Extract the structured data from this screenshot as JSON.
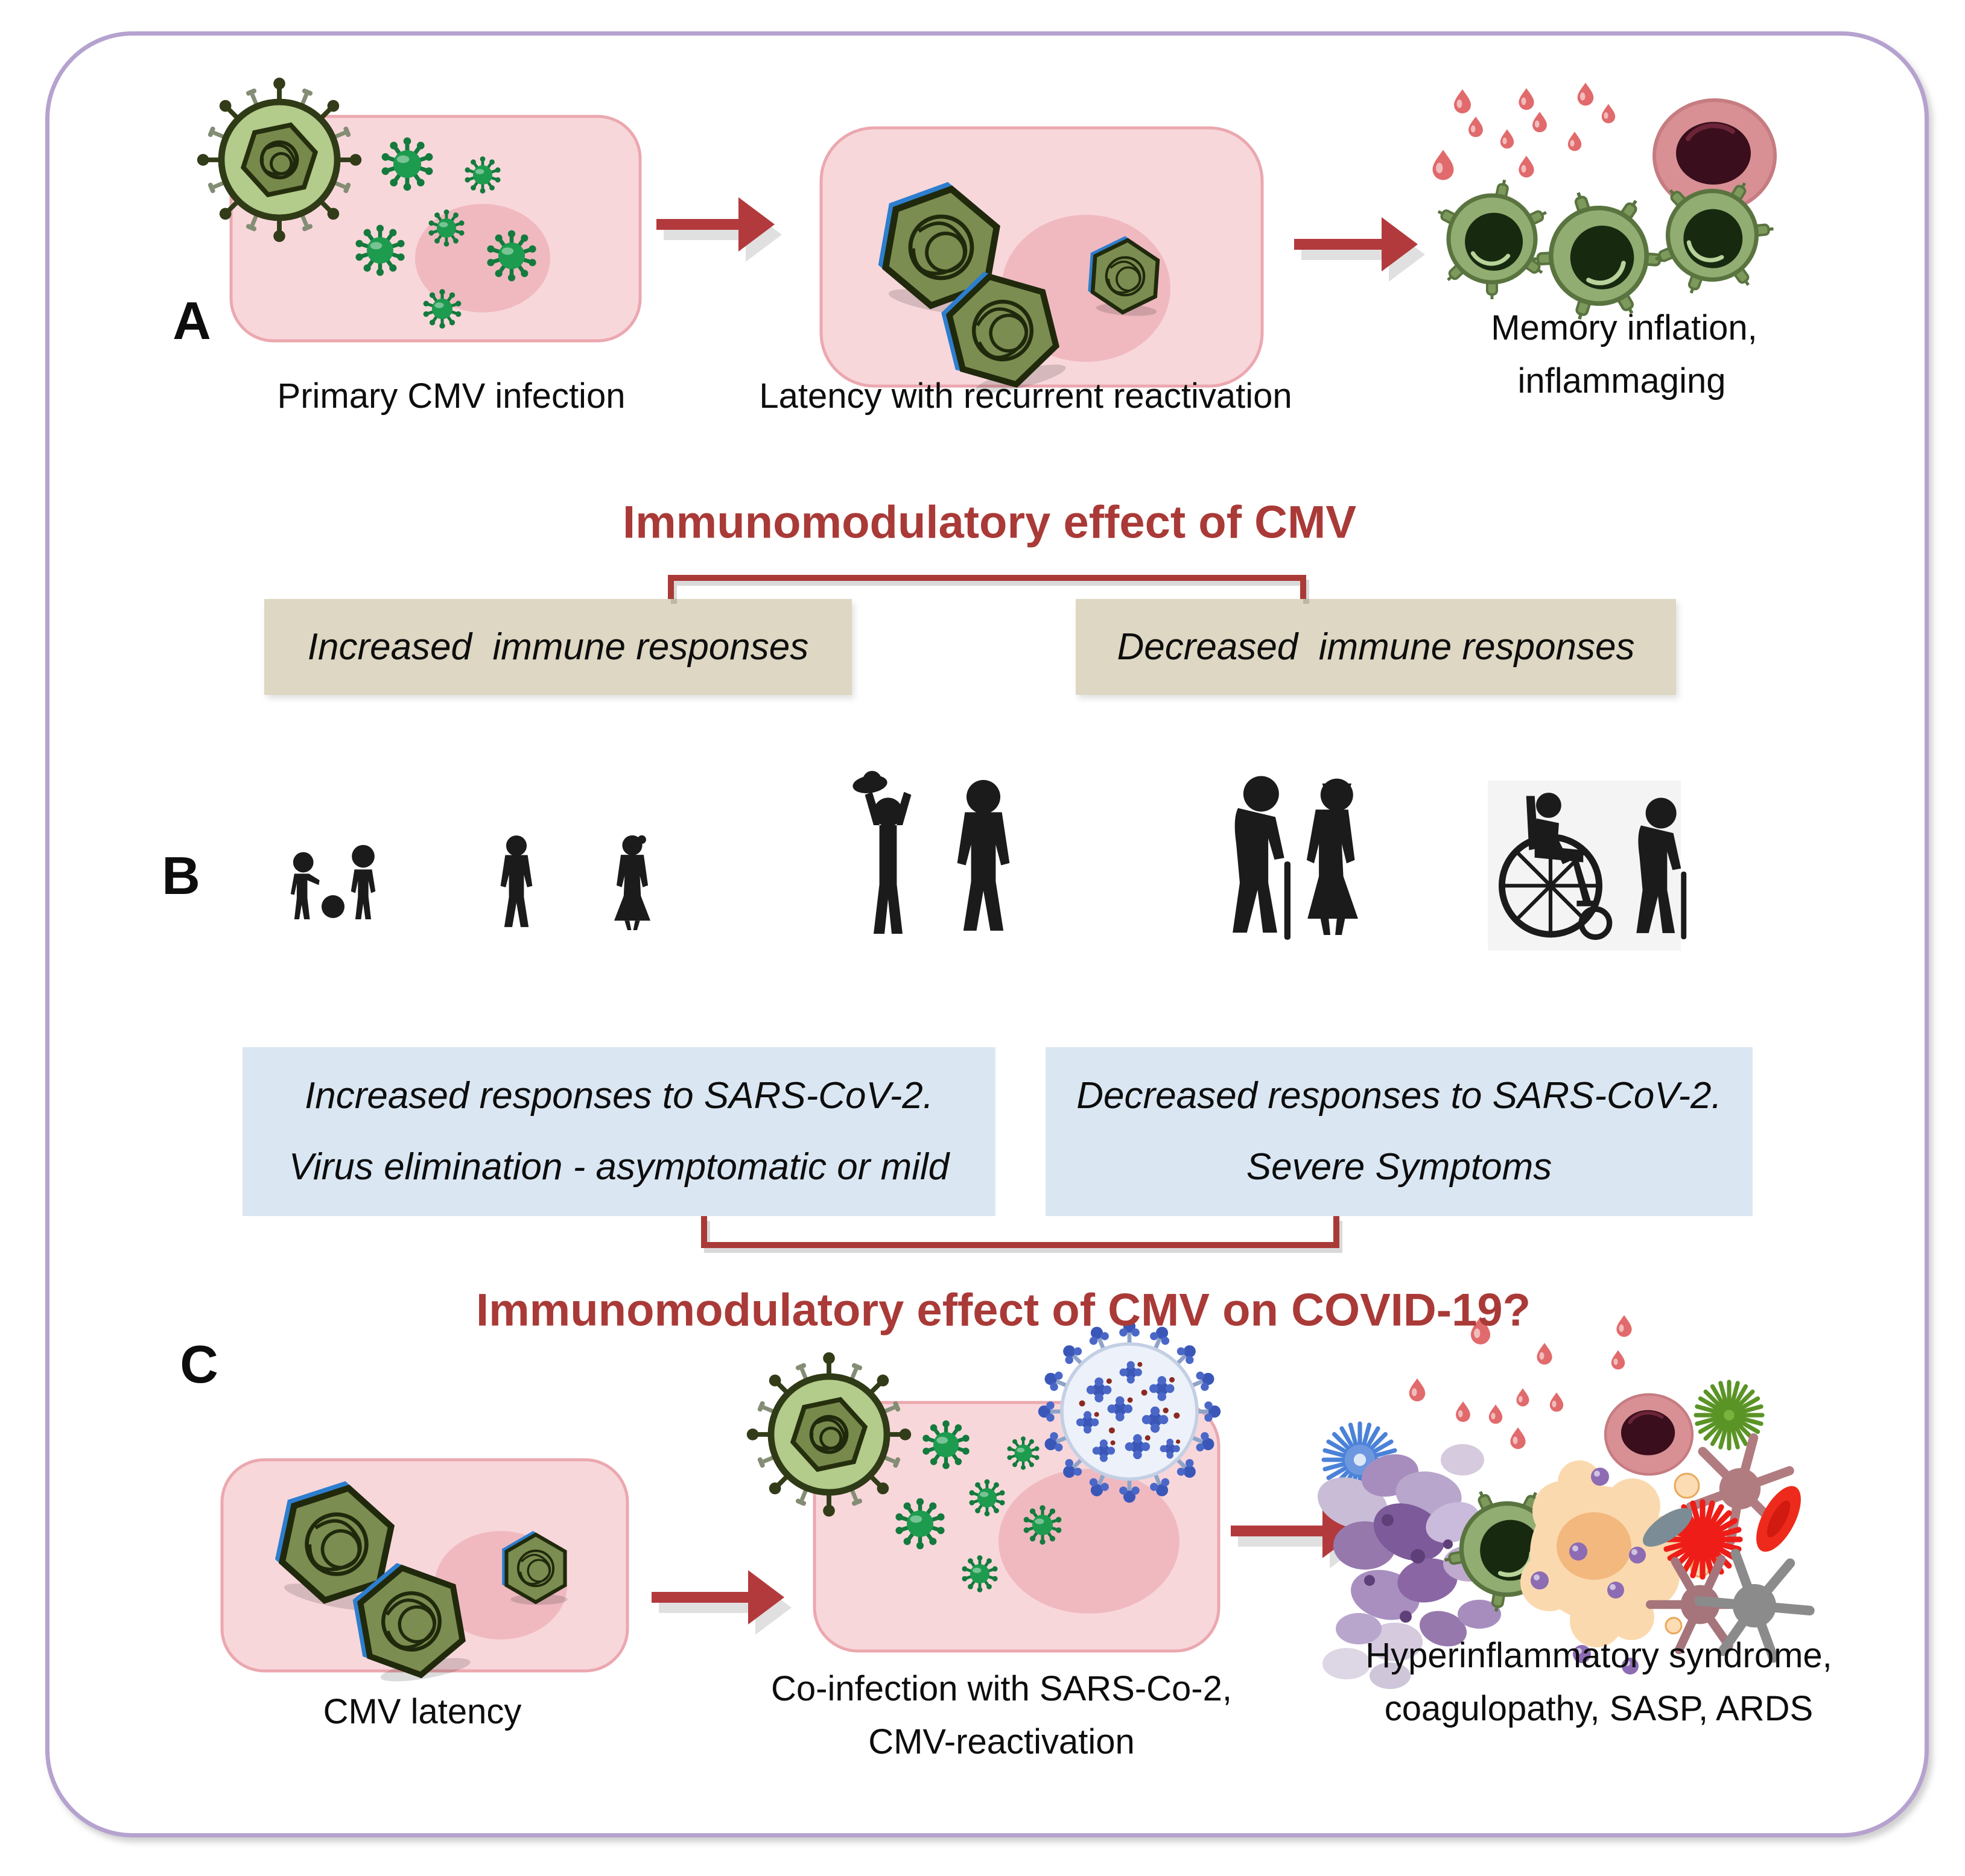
{
  "figure": {
    "type": "scientific-figure",
    "colors": {
      "frame_border": "#b5a2cf",
      "title_red": "#a93a37",
      "arrow_red": "#b23a3d",
      "tan_box_bg": "#ddd7c3",
      "blue_box_bg": "#dae7f3",
      "cell_pink": "#f8d7db",
      "cell_border": "#eba8af",
      "nucleus_pink": "#f0b9c0",
      "cmv_virion_green": "#b3cb8b",
      "small_virus_green": "#1d9b4e",
      "capsid_olive": "#7b8d50",
      "capsid_blue_edge": "#2d7ece",
      "tcell_green": "#92ad72",
      "monocyte_pink": "#d89094",
      "droplet_red": "#e16a6c",
      "sars_blue": "#3a57b8",
      "silhouette_black": "#1b1b1b"
    }
  },
  "panel_a": {
    "label": "A",
    "caption_primary": "Primary CMV infection",
    "caption_latency": "Latency with recurrent reactivation",
    "caption_memory_line1": "Memory inflation,",
    "caption_memory_line2": "inflammaging",
    "icons": [
      "cmv-virion-icon",
      "infected-cell-icon",
      "small-virus-icon",
      "arrow-icon",
      "latency-cell-icon",
      "capsid-icon",
      "cytokine-droplet-icon",
      "monocyte-icon",
      "memory-t-cell-icon"
    ]
  },
  "cmv_effect": {
    "title": "Immunomodulatory effect of CMV",
    "box_increased": "Increased  immune responses",
    "box_decreased": "Decreased  immune responses"
  },
  "panel_b": {
    "label": "B",
    "silhouette_icons": [
      "toddlers-playing-silhouette",
      "children-silhouette",
      "parents-with-baby-silhouette",
      "elderly-couple-silhouette",
      "wheelchair-elderly-silhouette"
    ]
  },
  "covid_effect": {
    "box_increased_line1": "Increased responses to SARS-CoV-2.",
    "box_increased_line2": "Virus elimination - asymptomatic or mild",
    "box_decreased_line1": "Decreased responses to SARS-CoV-2.",
    "box_decreased_line2": "Severe Symptoms",
    "title": "Immunomodulatory effect of CMV on COVID-19?"
  },
  "panel_c": {
    "label": "C",
    "caption_latency": "CMV latency",
    "caption_coinfection_line1": "Co-infection with SARS-Co-2,",
    "caption_coinfection_line2": "CMV-reactivation",
    "caption_outcome_line1": "Hyperinflammatory syndrome,",
    "caption_outcome_line2": "coagulopathy, SASP, ARDS",
    "icons": [
      "latency-cell-icon",
      "capsid-icon",
      "arrow-icon",
      "cmv-virion-icon",
      "sars-cov-2-virion-icon",
      "small-virus-icon",
      "cytokine-droplet-icon",
      "nets-cluster-icon",
      "t-cell-icon",
      "senescent-cell-icon",
      "monocyte-icon",
      "platelet-star-icon",
      "dendritic-cell-icon",
      "red-blood-cell-icon",
      "virus-star-icon"
    ]
  }
}
